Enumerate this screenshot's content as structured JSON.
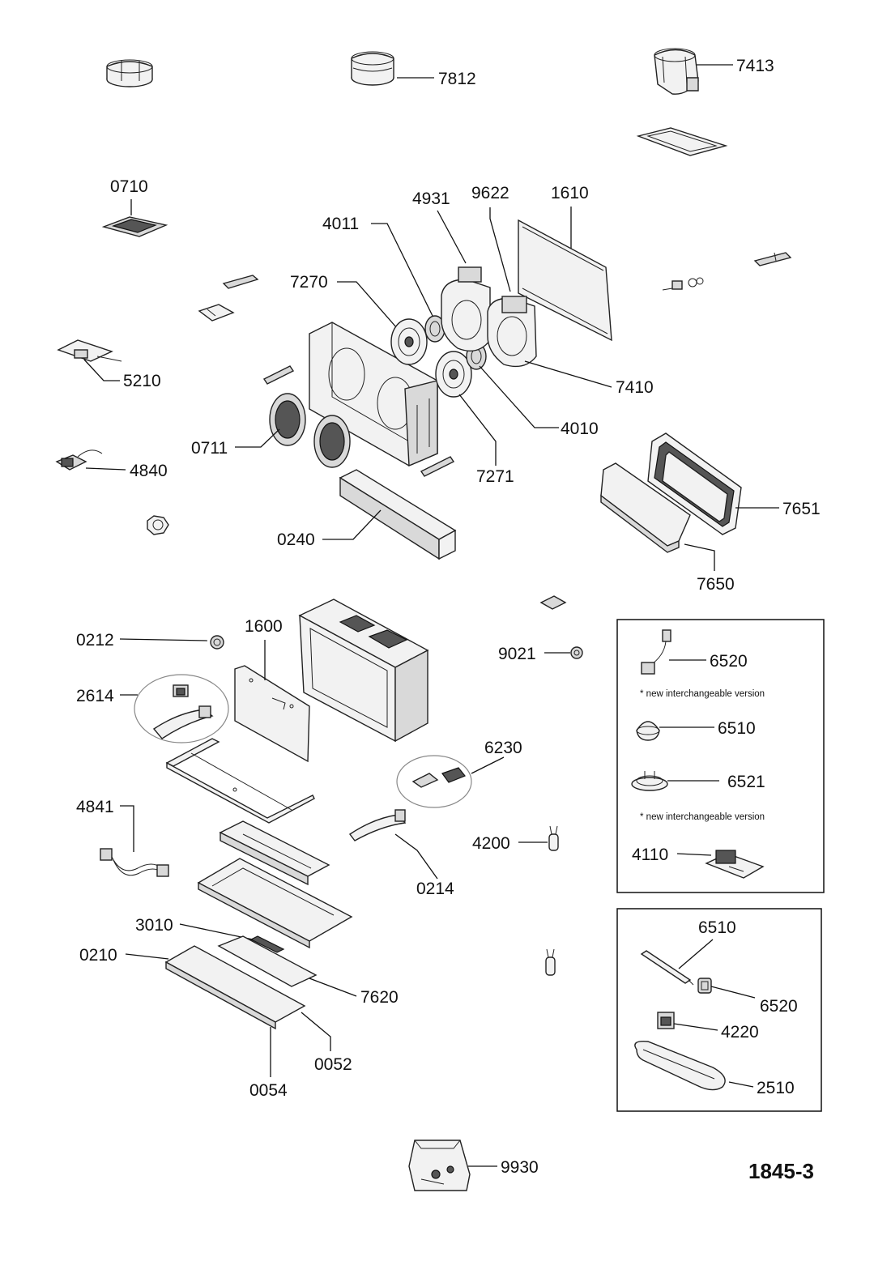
{
  "labels": {
    "p7812": "7812",
    "p7413": "7413",
    "p0710": "0710",
    "p4931": "4931",
    "p9622": "9622",
    "p1610": "1610",
    "p4011": "4011",
    "p7270": "7270",
    "p5210": "5210",
    "p7410": "7410",
    "p4010": "4010",
    "p0711": "0711",
    "p7271": "7271",
    "p4840": "4840",
    "p7651": "7651",
    "p0240": "0240",
    "p7650": "7650",
    "p1600": "1600",
    "p0212": "0212",
    "p9021": "9021",
    "p2614": "2614",
    "p6230": "6230",
    "p4841": "4841",
    "p4200": "4200",
    "p0214": "0214",
    "p3010": "3010",
    "p0210": "0210",
    "p7620": "7620",
    "p0052": "0052",
    "p0054": "0054",
    "p9930": "9930",
    "box1_6520": "6520",
    "box1_6510": "6510",
    "box1_6521": "6521",
    "box1_4110": "4110",
    "box2_6510": "6510",
    "box2_6520": "6520",
    "box2_4220": "4220",
    "box2_2510": "2510"
  },
  "notes": {
    "n1": "* new interchangeable version",
    "n2": "* new interchangeable version"
  },
  "drawing_code": "1845-3"
}
